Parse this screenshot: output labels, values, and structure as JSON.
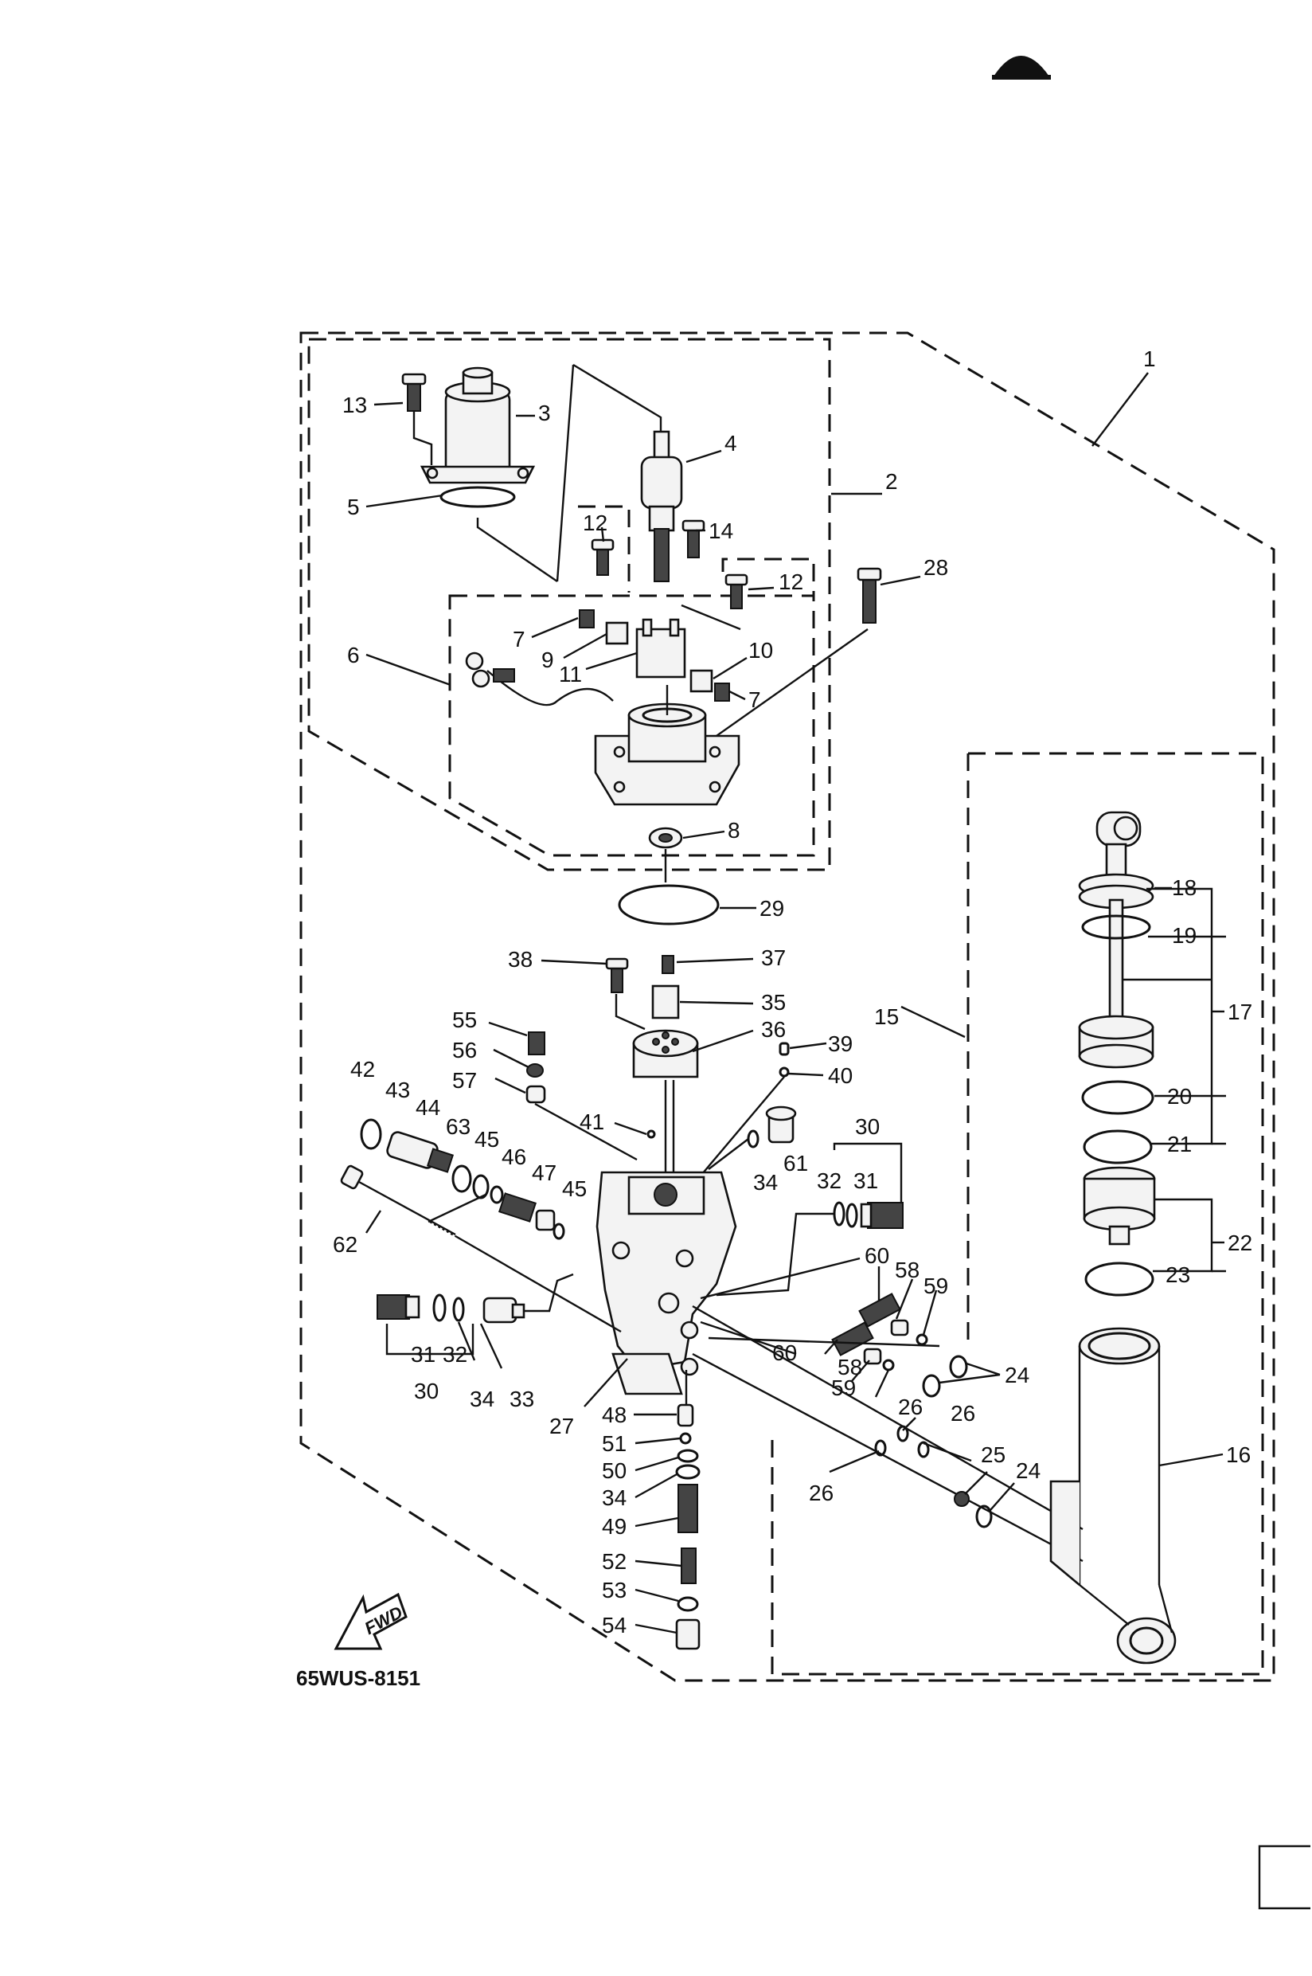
{
  "diagram": {
    "drawing_code": "65WUS-8151",
    "fwd_label": "FWD",
    "part_labels": [
      {
        "id": "p1",
        "text": "1"
      },
      {
        "id": "p2",
        "text": "2"
      },
      {
        "id": "p3",
        "text": "3"
      },
      {
        "id": "p4",
        "text": "4"
      },
      {
        "id": "p5",
        "text": "5"
      },
      {
        "id": "p6",
        "text": "6"
      },
      {
        "id": "p7a",
        "text": "7"
      },
      {
        "id": "p7b",
        "text": "7"
      },
      {
        "id": "p8",
        "text": "8"
      },
      {
        "id": "p9",
        "text": "9"
      },
      {
        "id": "p10",
        "text": "10"
      },
      {
        "id": "p11",
        "text": "11"
      },
      {
        "id": "p12a",
        "text": "12"
      },
      {
        "id": "p12b",
        "text": "12"
      },
      {
        "id": "p13",
        "text": "13"
      },
      {
        "id": "p14",
        "text": "14"
      },
      {
        "id": "p15",
        "text": "15"
      },
      {
        "id": "p16",
        "text": "16"
      },
      {
        "id": "p17",
        "text": "17"
      },
      {
        "id": "p18",
        "text": "18"
      },
      {
        "id": "p19",
        "text": "19"
      },
      {
        "id": "p20",
        "text": "20"
      },
      {
        "id": "p21",
        "text": "21"
      },
      {
        "id": "p22",
        "text": "22"
      },
      {
        "id": "p23",
        "text": "23"
      },
      {
        "id": "p24a",
        "text": "24"
      },
      {
        "id": "p24b",
        "text": "24"
      },
      {
        "id": "p25",
        "text": "25"
      },
      {
        "id": "p26a",
        "text": "26"
      },
      {
        "id": "p26b",
        "text": "26"
      },
      {
        "id": "p26c",
        "text": "26"
      },
      {
        "id": "p27",
        "text": "27"
      },
      {
        "id": "p28",
        "text": "28"
      },
      {
        "id": "p29",
        "text": "29"
      },
      {
        "id": "p30a",
        "text": "30"
      },
      {
        "id": "p30b",
        "text": "30"
      },
      {
        "id": "p31a",
        "text": "31"
      },
      {
        "id": "p31b",
        "text": "31"
      },
      {
        "id": "p32a",
        "text": "32"
      },
      {
        "id": "p32b",
        "text": "32"
      },
      {
        "id": "p33",
        "text": "33"
      },
      {
        "id": "p34a",
        "text": "34"
      },
      {
        "id": "p34b",
        "text": "34"
      },
      {
        "id": "p34c",
        "text": "34"
      },
      {
        "id": "p35",
        "text": "35"
      },
      {
        "id": "p36",
        "text": "36"
      },
      {
        "id": "p37",
        "text": "37"
      },
      {
        "id": "p38",
        "text": "38"
      },
      {
        "id": "p39",
        "text": "39"
      },
      {
        "id": "p40",
        "text": "40"
      },
      {
        "id": "p41",
        "text": "41"
      },
      {
        "id": "p42",
        "text": "42"
      },
      {
        "id": "p43",
        "text": "43"
      },
      {
        "id": "p44",
        "text": "44"
      },
      {
        "id": "p45a",
        "text": "45"
      },
      {
        "id": "p45b",
        "text": "45"
      },
      {
        "id": "p46",
        "text": "46"
      },
      {
        "id": "p47",
        "text": "47"
      },
      {
        "id": "p48",
        "text": "48"
      },
      {
        "id": "p49",
        "text": "49"
      },
      {
        "id": "p50",
        "text": "50"
      },
      {
        "id": "p51",
        "text": "51"
      },
      {
        "id": "p52",
        "text": "52"
      },
      {
        "id": "p53",
        "text": "53"
      },
      {
        "id": "p54",
        "text": "54"
      },
      {
        "id": "p55",
        "text": "55"
      },
      {
        "id": "p56",
        "text": "56"
      },
      {
        "id": "p57",
        "text": "57"
      },
      {
        "id": "p58a",
        "text": "58"
      },
      {
        "id": "p58b",
        "text": "58"
      },
      {
        "id": "p59a",
        "text": "59"
      },
      {
        "id": "p59b",
        "text": "59"
      },
      {
        "id": "p60a",
        "text": "60"
      },
      {
        "id": "p60b",
        "text": "60"
      },
      {
        "id": "p61",
        "text": "61"
      },
      {
        "id": "p62",
        "text": "62"
      },
      {
        "id": "p63",
        "text": "63"
      }
    ]
  }
}
